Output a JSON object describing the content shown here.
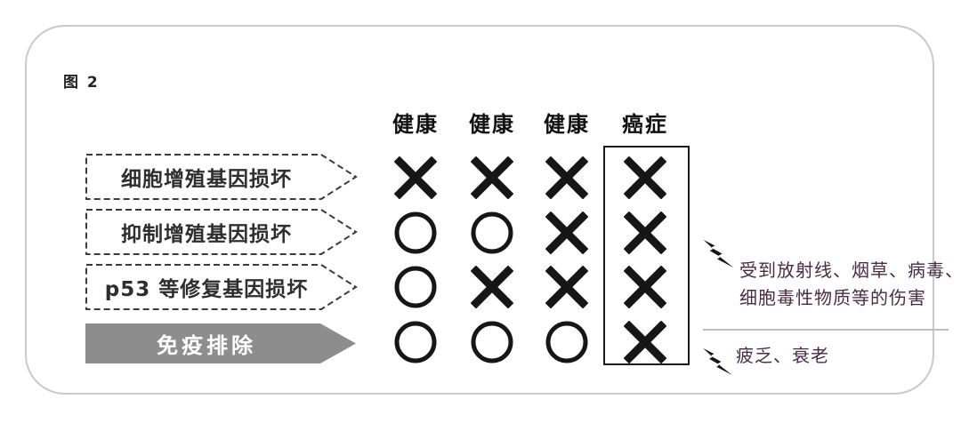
{
  "figure_label": "图 2",
  "columns": [
    {
      "label": "健康",
      "highlighted": false
    },
    {
      "label": "健康",
      "highlighted": false
    },
    {
      "label": "健康",
      "highlighted": false
    },
    {
      "label": "癌症",
      "highlighted": true
    }
  ],
  "rows": [
    {
      "label": "细胞增殖基因损坏",
      "arrow_style": "dashed",
      "marks": [
        "x",
        "x",
        "x",
        "x"
      ]
    },
    {
      "label": "抑制增殖基因损坏",
      "arrow_style": "dashed",
      "marks": [
        "o",
        "o",
        "x",
        "x"
      ]
    },
    {
      "label": "p53 等修复基因损坏",
      "arrow_style": "dashed",
      "marks": [
        "o",
        "x",
        "x",
        "x"
      ]
    },
    {
      "label": "免疫排除",
      "arrow_style": "solid",
      "marks": [
        "o",
        "o",
        "o",
        "x"
      ]
    }
  ],
  "annotations": [
    {
      "icon": "lightning-bolt-icon",
      "lines": [
        "受到放射线、烟草、病毒、",
        "细胞毒性物质等的伤害"
      ]
    },
    {
      "icon": "lightning-bolt-icon",
      "lines": [
        "疲乏、衰老"
      ]
    }
  ],
  "colors": {
    "frame_border": "#c9c9c9",
    "mark": "#161616",
    "solid_arrow_fill": "#8d8d8d",
    "solid_arrow_text": "#ffffff",
    "dashed_arrow_stroke": "#3b3b3b",
    "annotation_text": "#4b2a45",
    "divider": "#bdbdc1",
    "highlight_box_border": "#1a1a1a"
  }
}
